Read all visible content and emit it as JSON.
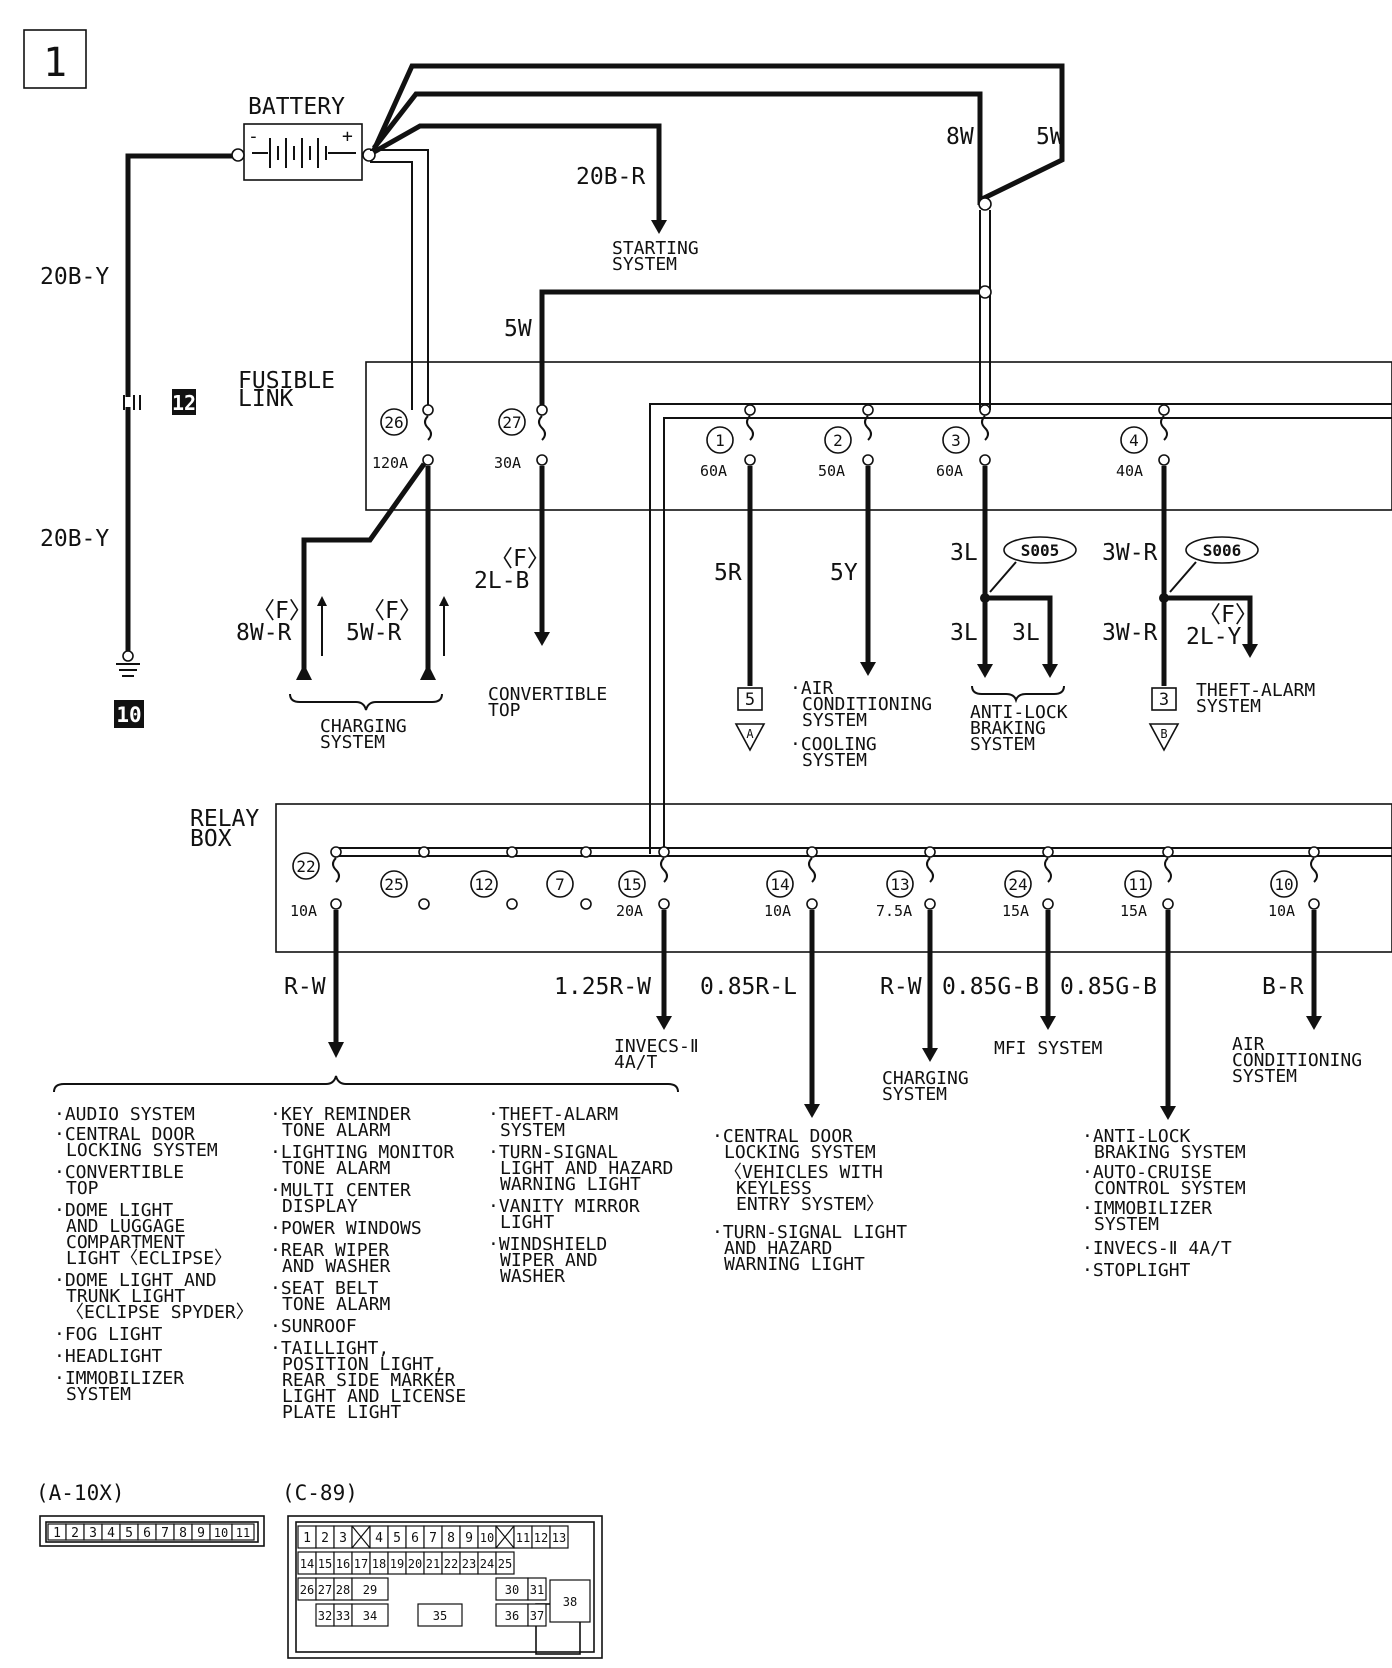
{
  "page_number": "1",
  "battery": {
    "label": "BATTERY",
    "minus": "-",
    "plus": "+"
  },
  "fusible_link": {
    "label_1": "FUSIBLE",
    "label_2": "LINK"
  },
  "relay_box": {
    "label_1": "RELAY",
    "label_2": "BOX"
  },
  "ground_connectors": [
    "12",
    "10"
  ],
  "wires": {
    "battery_ground_upper": "20B-Y",
    "battery_ground_lower": "20B-Y",
    "starting": "20B-R",
    "w8": "8W",
    "w5": "5W",
    "convertible_feed": "5W",
    "charging_1": "8W-R",
    "charging_2": "5W-R",
    "convertible_top": "2L-B",
    "f1": "5R",
    "f2": "5Y",
    "f3a": "3L",
    "f3b": "3L",
    "f3c": "3L",
    "f4a": "3W-R",
    "f4b": "3W-R",
    "f4c": "2L-Y",
    "r22": "R-W",
    "r15": "1.25R-W",
    "r14": "0.85R-L",
    "r13": "R-W",
    "r24": "0.85G-B",
    "r11": "0.85G-B",
    "r10": "B-R",
    "f_marker": "〈F〉"
  },
  "fuses": [
    {
      "num": "26",
      "amp": "120A"
    },
    {
      "num": "27",
      "amp": "30A"
    },
    {
      "num": "1",
      "amp": "60A"
    },
    {
      "num": "2",
      "amp": "50A"
    },
    {
      "num": "3",
      "amp": "60A"
    },
    {
      "num": "4",
      "amp": "40A"
    }
  ],
  "relay_fuses": [
    {
      "num": "22",
      "amp": "10A"
    },
    {
      "num": "25",
      "amp": ""
    },
    {
      "num": "12",
      "amp": ""
    },
    {
      "num": "7",
      "amp": ""
    },
    {
      "num": "15",
      "amp": "20A"
    },
    {
      "num": "14",
      "amp": "10A"
    },
    {
      "num": "13",
      "amp": "7.5A"
    },
    {
      "num": "24",
      "amp": "15A"
    },
    {
      "num": "11",
      "amp": "15A"
    },
    {
      "num": "10",
      "amp": "10A"
    }
  ],
  "splices": [
    "S005",
    "S006"
  ],
  "connector_refs": {
    "five": "5",
    "three": "3",
    "a": "A",
    "b": "B"
  },
  "destinations": {
    "starting": [
      "STARTING",
      "SYSTEM"
    ],
    "charging": [
      "CHARGING",
      "SYSTEM"
    ],
    "convertible": [
      "CONVERTIBLE",
      "TOP"
    ],
    "ac_cooling": [
      "·AIR",
      "CONDITIONING",
      "SYSTEM",
      "·COOLING",
      "SYSTEM"
    ],
    "abs": [
      "ANTI-LOCK",
      "BRAKING",
      "SYSTEM"
    ],
    "theft": [
      "THEFT-ALARM",
      "SYSTEM"
    ],
    "invecs": [
      "INVECS-Ⅱ",
      "4A/T"
    ],
    "charging2": [
      "CHARGING",
      "SYSTEM"
    ],
    "mfi": [
      "MFI SYSTEM"
    ],
    "ac2": [
      "AIR",
      "CONDITIONING",
      "SYSTEM"
    ]
  },
  "list_col1": [
    "·AUDIO SYSTEM",
    "·CENTRAL DOOR",
    "LOCKING SYSTEM",
    "·CONVERTIBLE",
    "TOP",
    "·DOME LIGHT",
    "AND LUGGAGE",
    "COMPARTMENT",
    "LIGHT〈ECLIPSE〉",
    "·DOME LIGHT AND",
    "TRUNK LIGHT",
    "〈ECLIPSE SPYDER〉",
    "·FOG LIGHT",
    "·HEADLIGHT",
    "·IMMOBILIZER",
    "SYSTEM"
  ],
  "list_col2": [
    "·KEY REMINDER",
    "TONE ALARM",
    "·LIGHTING MONITOR",
    "TONE ALARM",
    "·MULTI CENTER",
    "DISPLAY",
    "·POWER WINDOWS",
    "·REAR WIPER",
    "AND WASHER",
    "·SEAT BELT",
    "TONE ALARM",
    "·SUNROOF",
    "·TAILLIGHT,",
    "POSITION LIGHT,",
    "REAR SIDE MARKER",
    "LIGHT AND LICENSE",
    "PLATE LIGHT"
  ],
  "list_col3": [
    "·THEFT-ALARM",
    "SYSTEM",
    "·TURN-SIGNAL",
    "LIGHT AND HAZARD",
    "WARNING LIGHT",
    "·VANITY MIRROR",
    "LIGHT",
    "·WINDSHIELD",
    "WIPER AND",
    "WASHER"
  ],
  "list_central": [
    "·CENTRAL DOOR",
    "LOCKING SYSTEM",
    "〈VEHICLES WITH",
    "KEYLESS",
    "ENTRY SYSTEM〉",
    "·TURN-SIGNAL LIGHT",
    "AND HAZARD",
    "WARNING LIGHT"
  ],
  "list_r11": [
    "·ANTI-LOCK",
    "BRAKING SYSTEM",
    "·AUTO-CRUISE",
    "CONTROL SYSTEM",
    "·IMMOBILIZER",
    "SYSTEM",
    "·INVECS-Ⅱ 4A/T",
    "·STOPLIGHT"
  ],
  "connector_a": {
    "label": "(A-10X)",
    "pins": [
      "1",
      "2",
      "3",
      "4",
      "5",
      "6",
      "7",
      "8",
      "9",
      "10",
      "11"
    ]
  },
  "connector_c": {
    "label": "(C-89)",
    "row1": [
      "1",
      "2",
      "3",
      "",
      "4",
      "5",
      "6",
      "7",
      "8",
      "9",
      "10",
      "",
      "11",
      "12",
      "13"
    ],
    "row2": [
      "14",
      "15",
      "16",
      "17",
      "18",
      "19",
      "20",
      "21",
      "22",
      "23",
      "24",
      "25"
    ],
    "row3": [
      "26",
      "27",
      "28",
      "29",
      "30",
      "31"
    ],
    "row4": [
      "32",
      "33",
      "34",
      "35",
      "36",
      "37"
    ],
    "big": "38"
  }
}
